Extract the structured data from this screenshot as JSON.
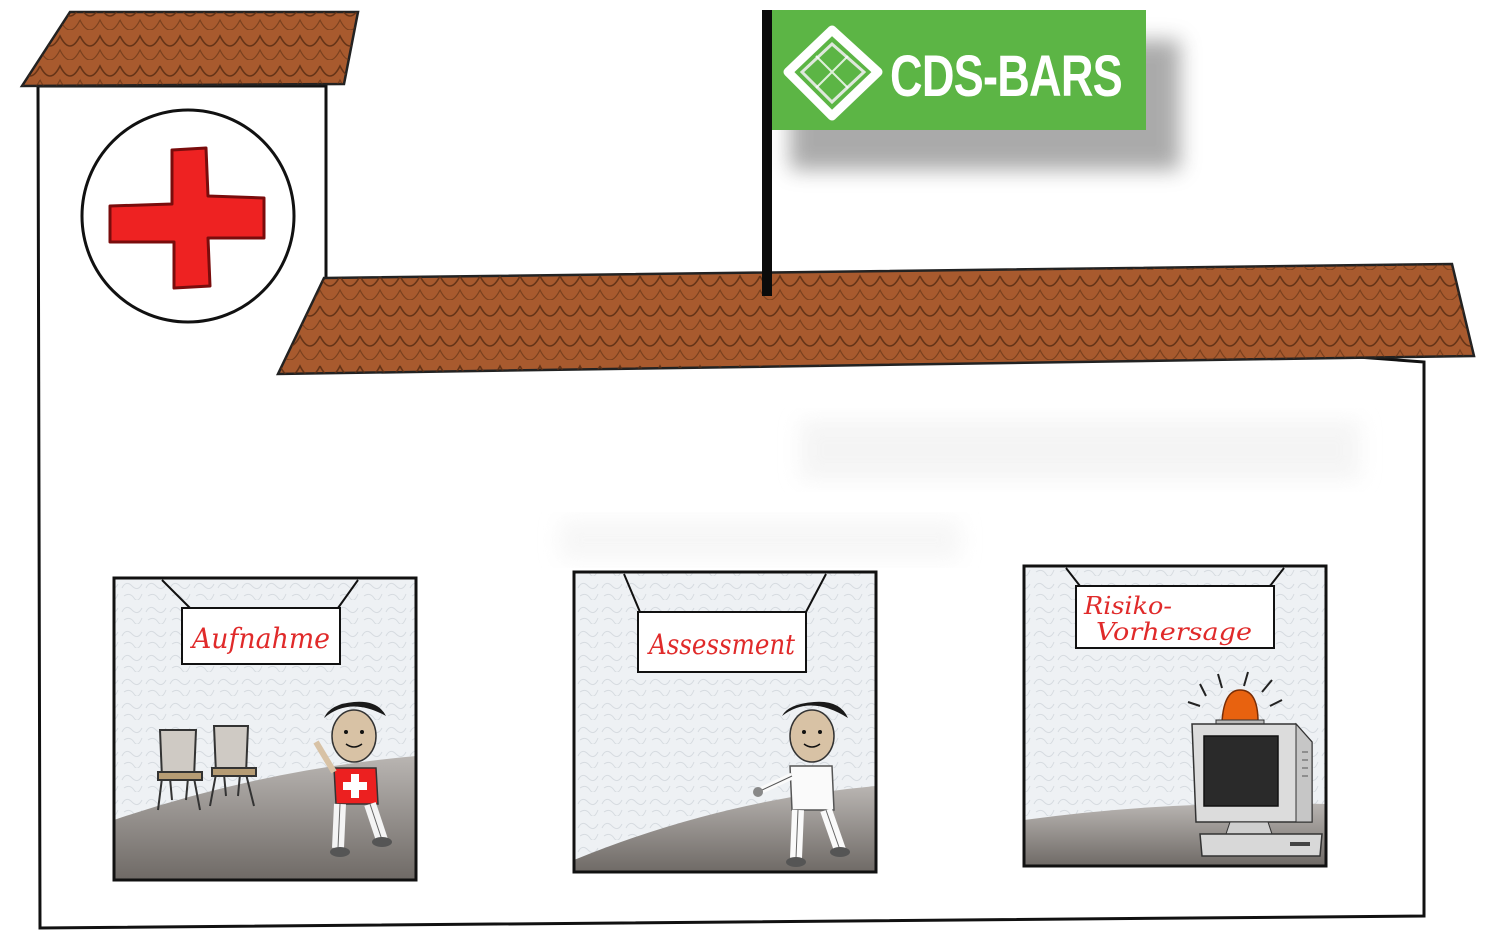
{
  "flag": {
    "label": "CDS-BARS",
    "color": "#5cb545"
  },
  "emblem": {
    "icon": "red-cross-icon",
    "color": "#ee2222"
  },
  "rooms": [
    {
      "sign_lines": [
        "Aufnahme"
      ]
    },
    {
      "sign_lines": [
        "Assessment"
      ]
    },
    {
      "sign_lines": [
        "Risiko-",
        "Vorhersage"
      ]
    }
  ],
  "colors": {
    "roof": "#a85a2e",
    "wall": "#ffffff",
    "outline": "#111111",
    "sign_text": "#e02a2a",
    "floor": "#8a8582",
    "siren": "#e8620f"
  }
}
